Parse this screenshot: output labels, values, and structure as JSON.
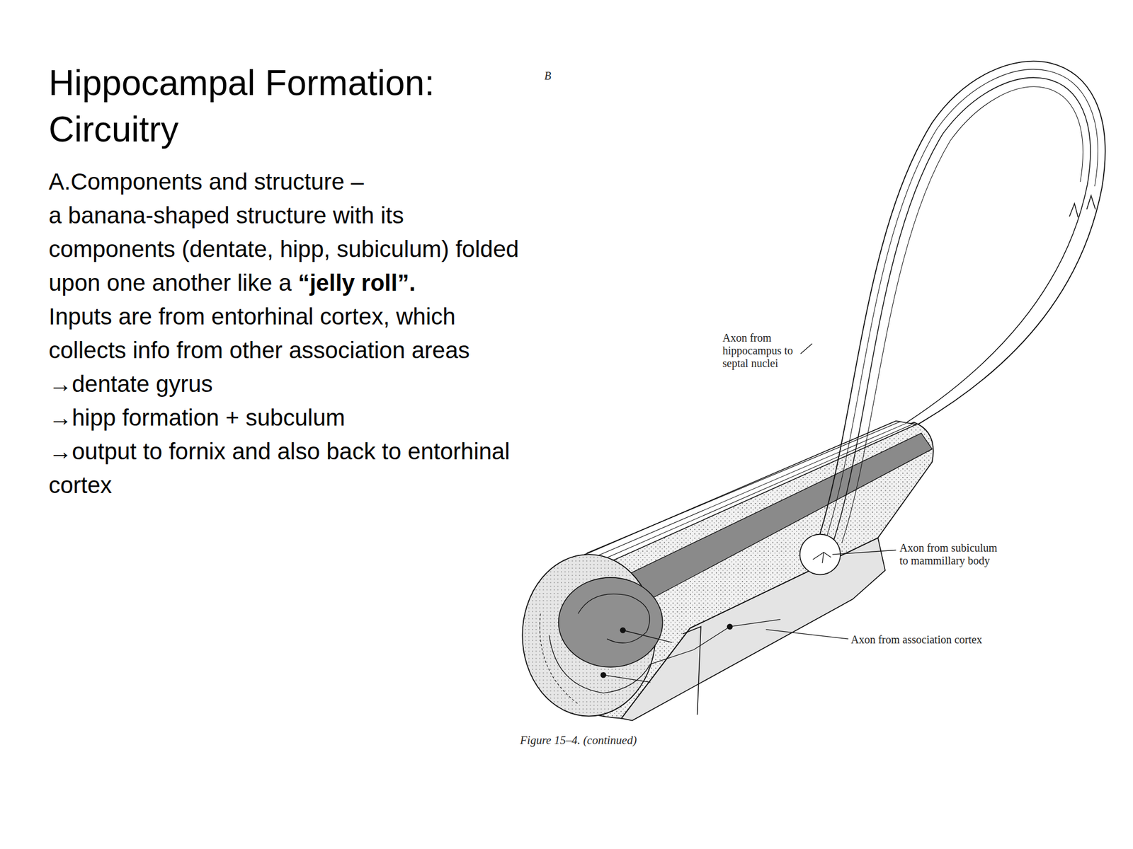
{
  "diagram": {
    "title": "Hippocampal Formation: Circuitry",
    "caption": "Figure 15–4. (continued)",
    "labels": [
      "B",
      "A.Components and structure –",
      "a banana-shaped structure with its components (dentate, hipp, subiculum) folded upon one another like a",
      "“jelly roll”.",
      "Inputs are from entorhinal cortex, which collects info from other association areas",
      "→dentate gyrus",
      "→hipp formation + subculum",
      "→output to fornix and also back to entorhinal cortex",
      "Axon from hippocampus to septal nuclei",
      "Axon from subiculum to mammillary body",
      "Axon from association cortex"
    ]
  }
}
